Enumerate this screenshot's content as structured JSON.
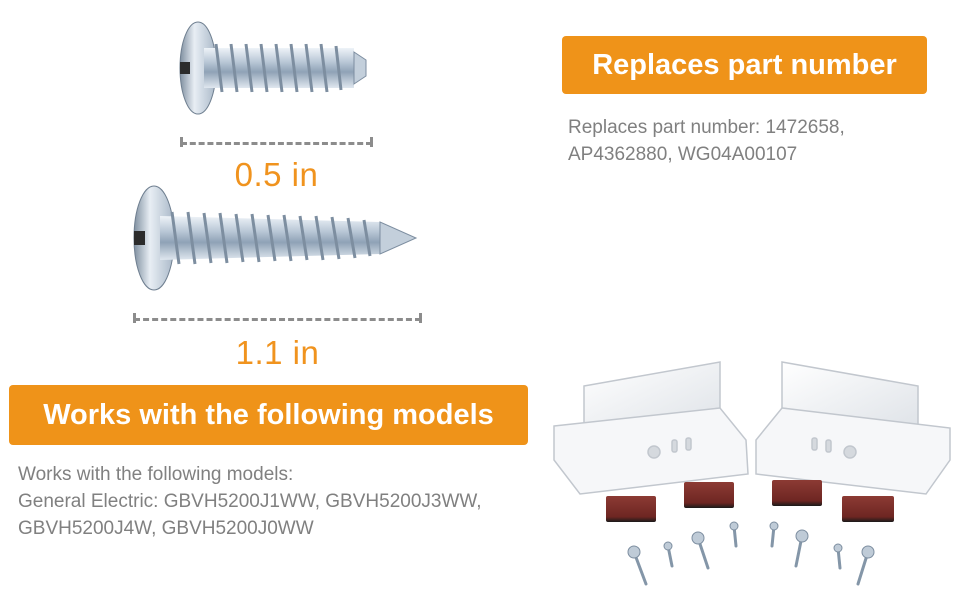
{
  "dimensions": {
    "short_screw": "0.5 in",
    "long_screw": "1.1 in"
  },
  "replaces": {
    "heading": "Replaces part number",
    "line1": "Replaces part number:  1472658,",
    "line2": "AP4362880, WG04A00107"
  },
  "models": {
    "heading": "Works with the following models",
    "line1": "Works with the following models:",
    "line2": "General Electric: GBVH5200J1WW, GBVH5200J3WW,",
    "line3": "GBVH5200J4W, GBVH5200J0WW"
  },
  "colors": {
    "accent": "#ef9319",
    "text_gray": "#808080",
    "dash_gray": "#8c8c8c"
  }
}
